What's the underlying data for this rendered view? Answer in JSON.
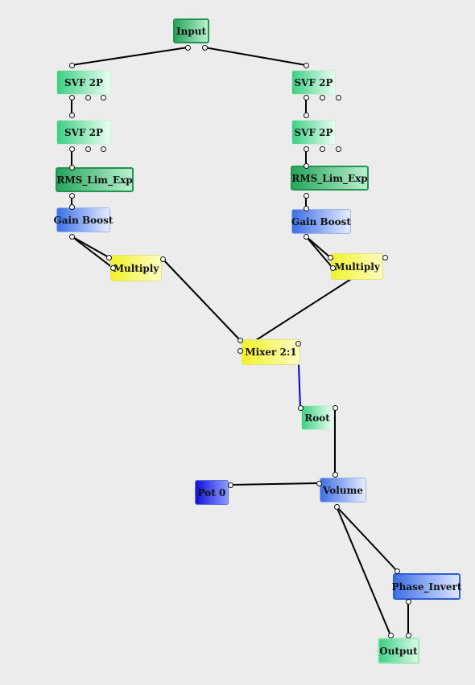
{
  "nodes": {
    "input": {
      "label": "Input"
    },
    "svf_left_1": {
      "label": "SVF 2P"
    },
    "svf_left_2": {
      "label": "SVF 2P"
    },
    "rms_left": {
      "label": "RMS_Lim_Exp"
    },
    "gain_left": {
      "label": "Gain Boost"
    },
    "multiply_left": {
      "label": "Multiply"
    },
    "svf_right_1": {
      "label": "SVF 2P"
    },
    "svf_right_2": {
      "label": "SVF 2P"
    },
    "rms_right": {
      "label": "RMS_Lim_Exp"
    },
    "gain_right": {
      "label": "Gain Boost"
    },
    "multiply_right": {
      "label": "Multiply"
    },
    "mixer": {
      "label": "Mixer 2:1"
    },
    "root": {
      "label": "Root"
    },
    "pot0": {
      "label": "Pot 0"
    },
    "volume": {
      "label": "Volume"
    },
    "phase_invert": {
      "label": "Phase_Invert"
    },
    "output": {
      "label": "Output"
    }
  },
  "colors": {
    "wire": "#000000",
    "control_wire": "#0000cc",
    "canvas": "#ececec"
  }
}
